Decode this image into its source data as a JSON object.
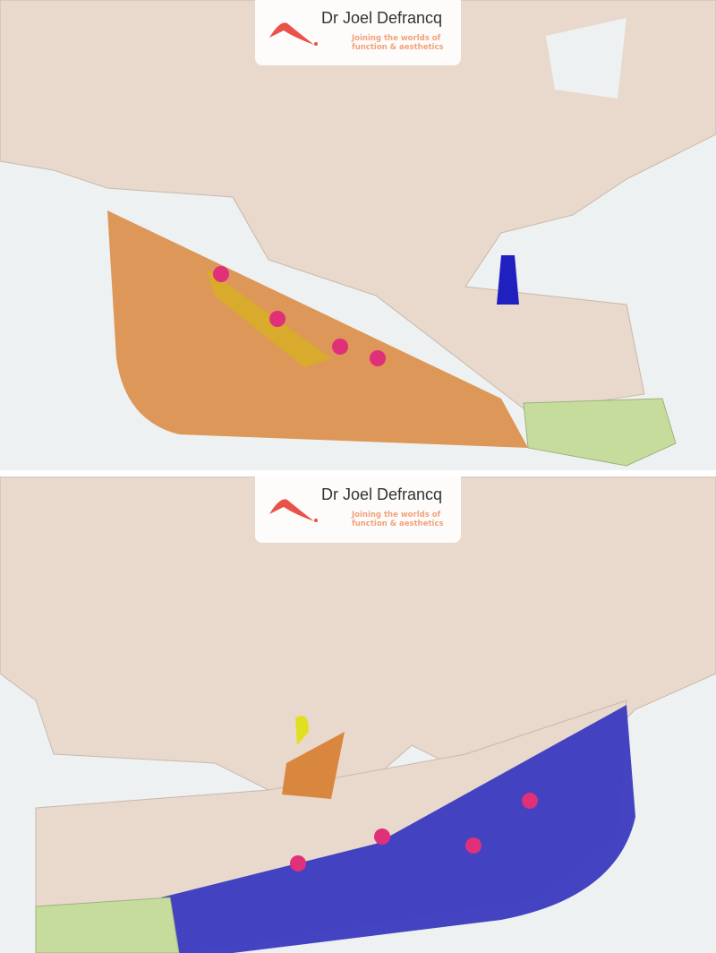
{
  "logo": {
    "name": "Dr Joel Defrancq",
    "tagline_line1": "Joining the worlds of",
    "tagline_line2": "function & aesthetics"
  },
  "colors": {
    "background": "#eef1f1",
    "bone": "#e8d9cc",
    "implant_orange": "#d9873e",
    "implant_blue": "#3a3ac0",
    "screw": "#e0307a",
    "chin_green": "#c6dc9c",
    "logo_accent": "#e8524a",
    "tagline": "#f0a27a"
  }
}
